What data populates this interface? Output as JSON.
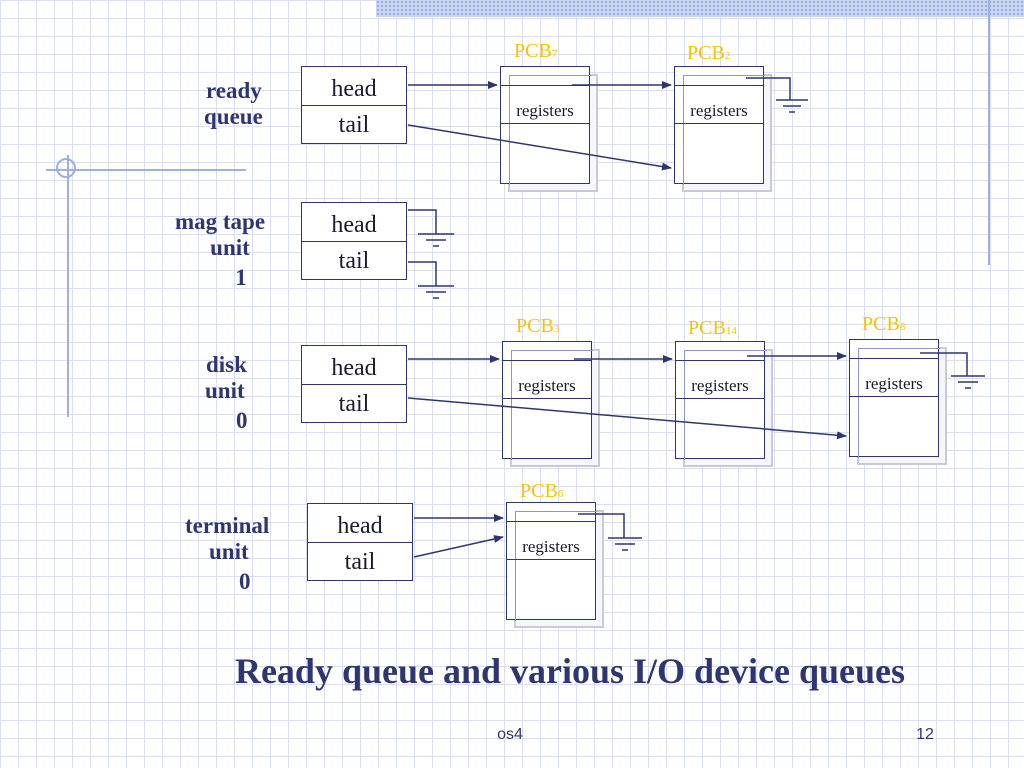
{
  "caption": "Ready queue and various I/O device queues",
  "footer": {
    "left": "os4",
    "right": "12"
  },
  "labels": {
    "head": "head",
    "tail": "tail",
    "registers": "registers"
  },
  "queues": [
    {
      "id": "ready",
      "lines": [
        "ready",
        "queue"
      ]
    },
    {
      "id": "magtape",
      "lines": [
        "mag tape",
        "unit",
        "1"
      ]
    },
    {
      "id": "disk",
      "lines": [
        "disk",
        "unit",
        "0"
      ]
    },
    {
      "id": "terminal",
      "lines": [
        "terminal",
        "unit",
        "0"
      ]
    }
  ],
  "pcbs": [
    {
      "id": "pcb7",
      "base": "PCB",
      "num": "7"
    },
    {
      "id": "pcb2",
      "base": "PCB",
      "num": "2"
    },
    {
      "id": "pcb3",
      "base": "PCB",
      "num": "3"
    },
    {
      "id": "pcb14",
      "base": "PCB",
      "num": "14"
    },
    {
      "id": "pcb8",
      "base": "PCB",
      "num": "8"
    },
    {
      "id": "pcb6",
      "base": "PCB",
      "num": "6"
    }
  ],
  "colors": {
    "title": "#2f3570",
    "pcb_label": "#f5c400",
    "line": "#2f3570"
  }
}
